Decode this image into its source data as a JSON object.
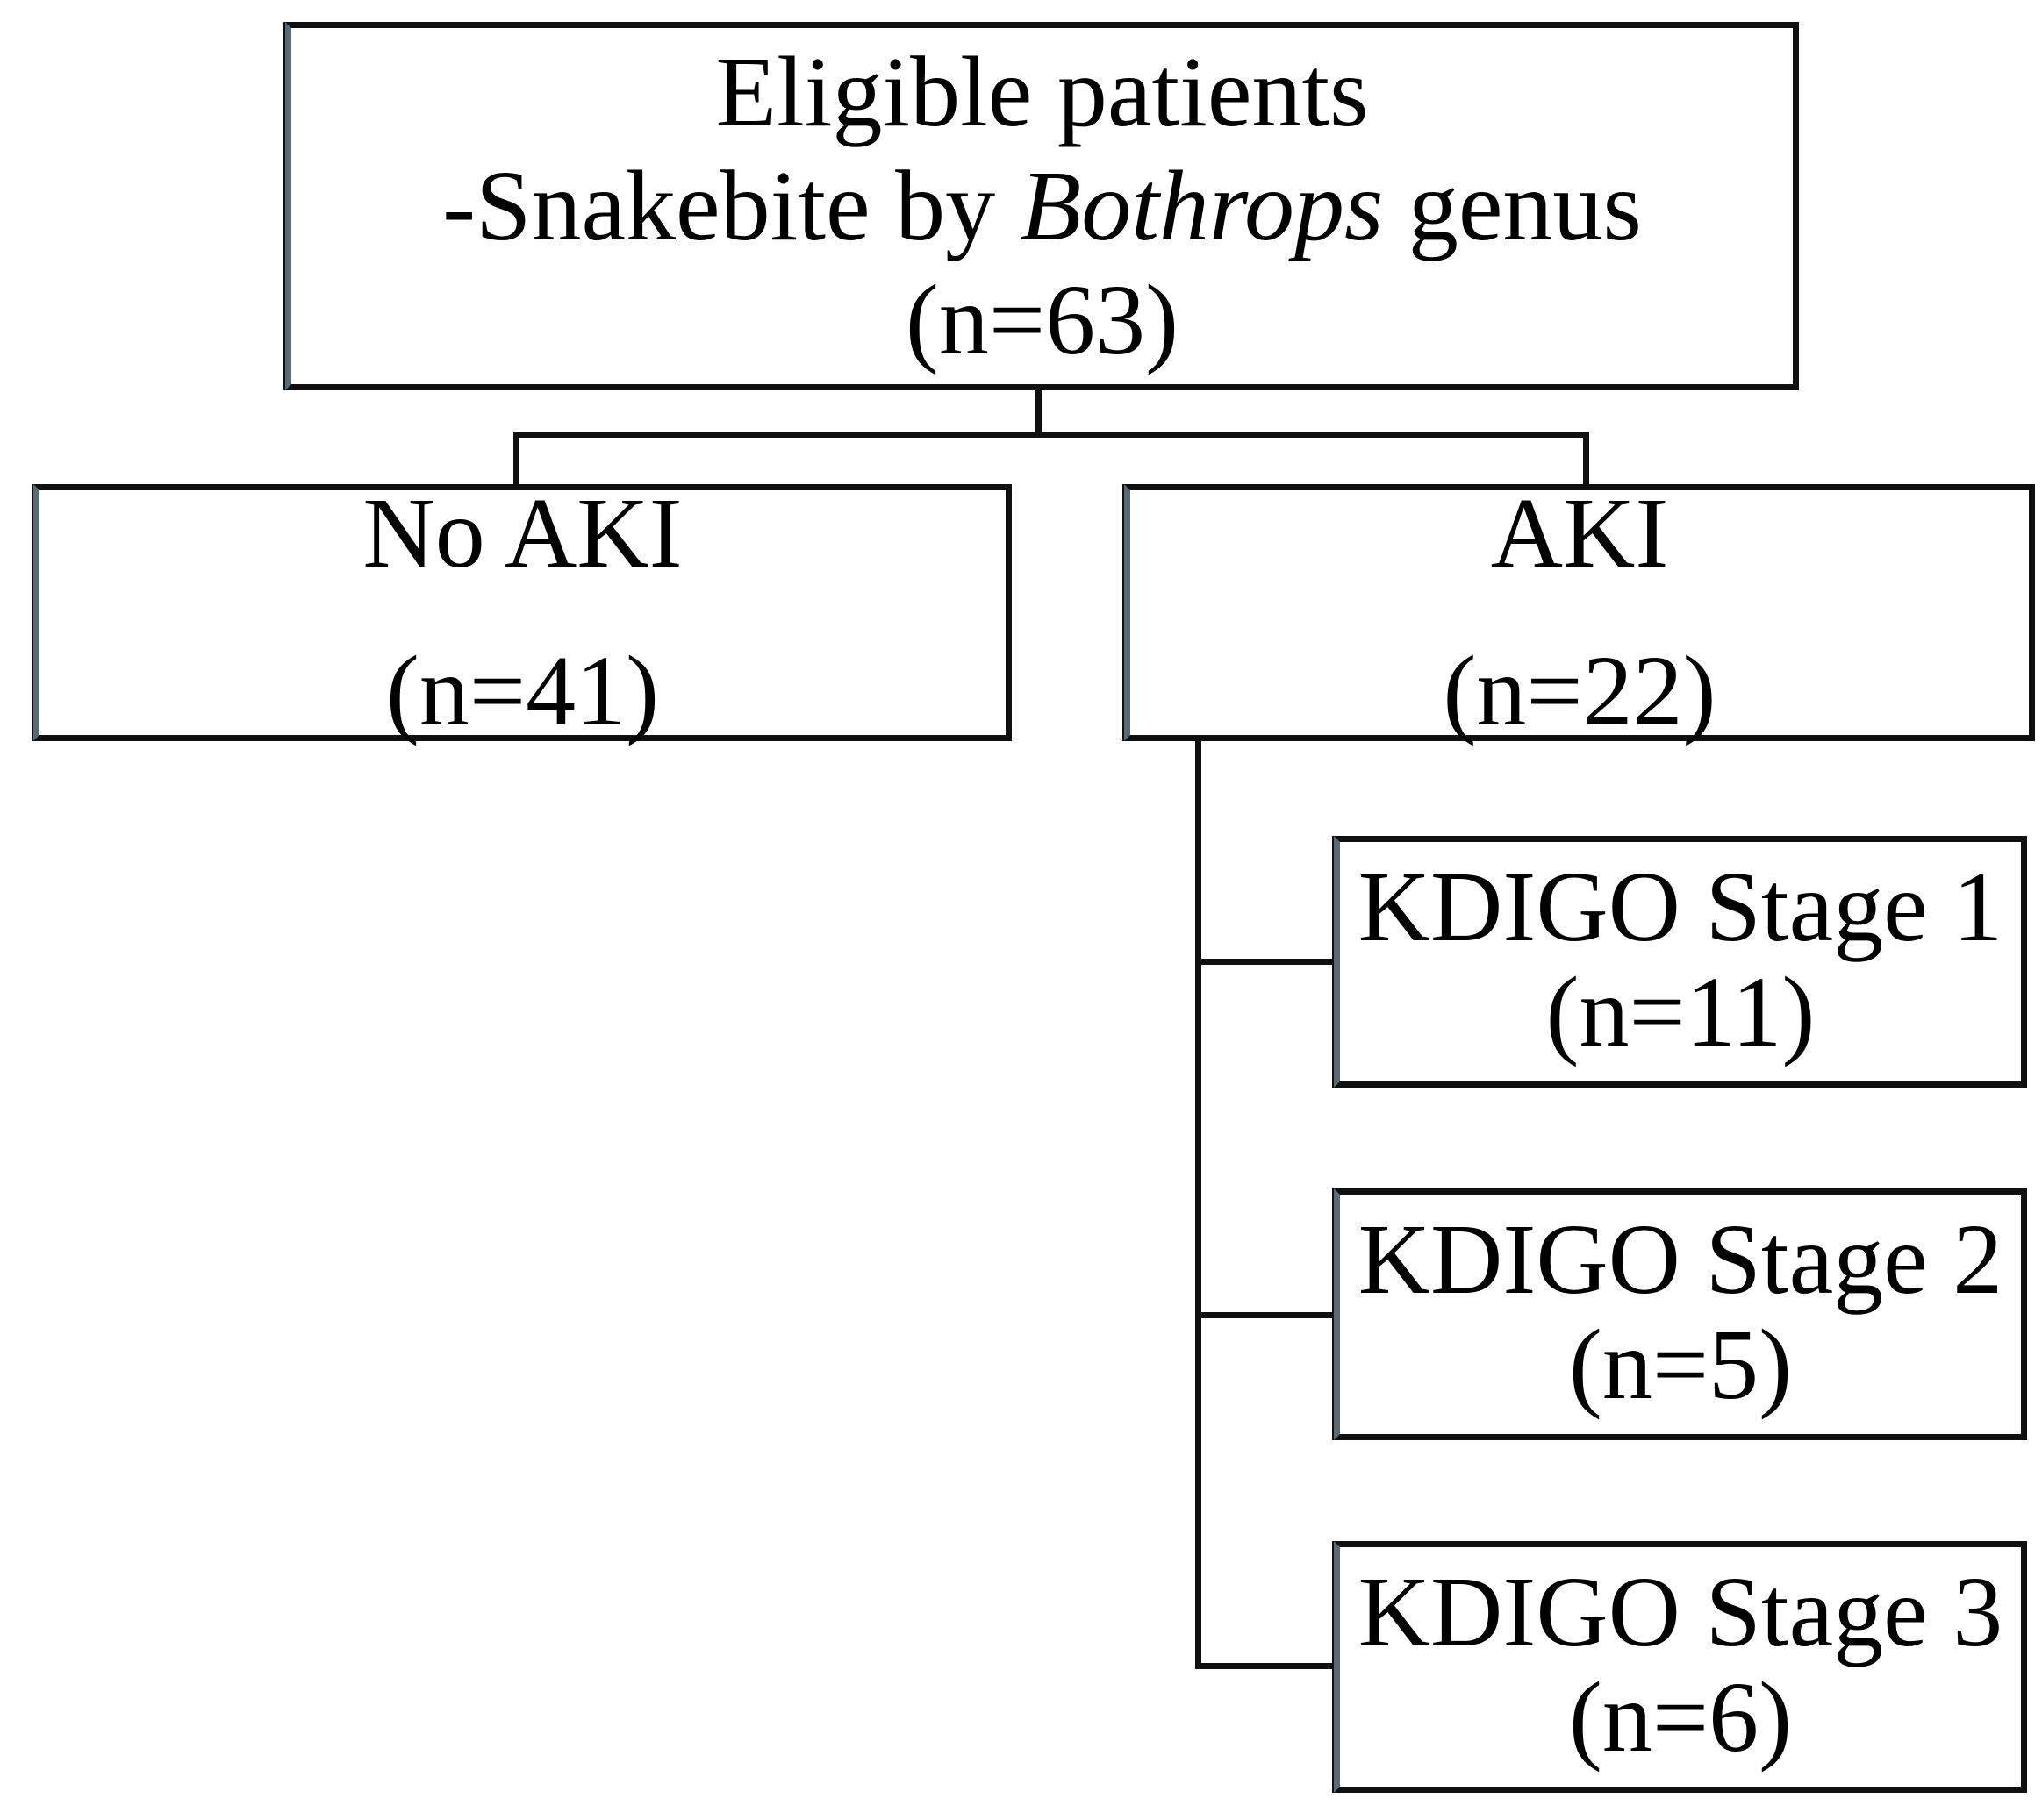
{
  "colors": {
    "background": "#ffffff",
    "line": "#101010",
    "border_accent": "#5a6a74",
    "text": "#000000"
  },
  "nodes": {
    "eligible": {
      "line1": "Eligible patients",
      "line2_prefix": "-Snakebite by ",
      "line2_italic": "Bothrops",
      "line2_suffix": " genus",
      "count": "(n=63)"
    },
    "no_aki": {
      "label": "No AKI",
      "count": "(n=41)"
    },
    "aki": {
      "label": "AKI",
      "count": "(n=22)"
    },
    "stage1": {
      "label": "KDIGO Stage 1",
      "count": "(n=11)"
    },
    "stage2": {
      "label": "KDIGO Stage 2",
      "count": "(n=5)"
    },
    "stage3": {
      "label": "KDIGO Stage 3",
      "count": "(n=6)"
    }
  }
}
